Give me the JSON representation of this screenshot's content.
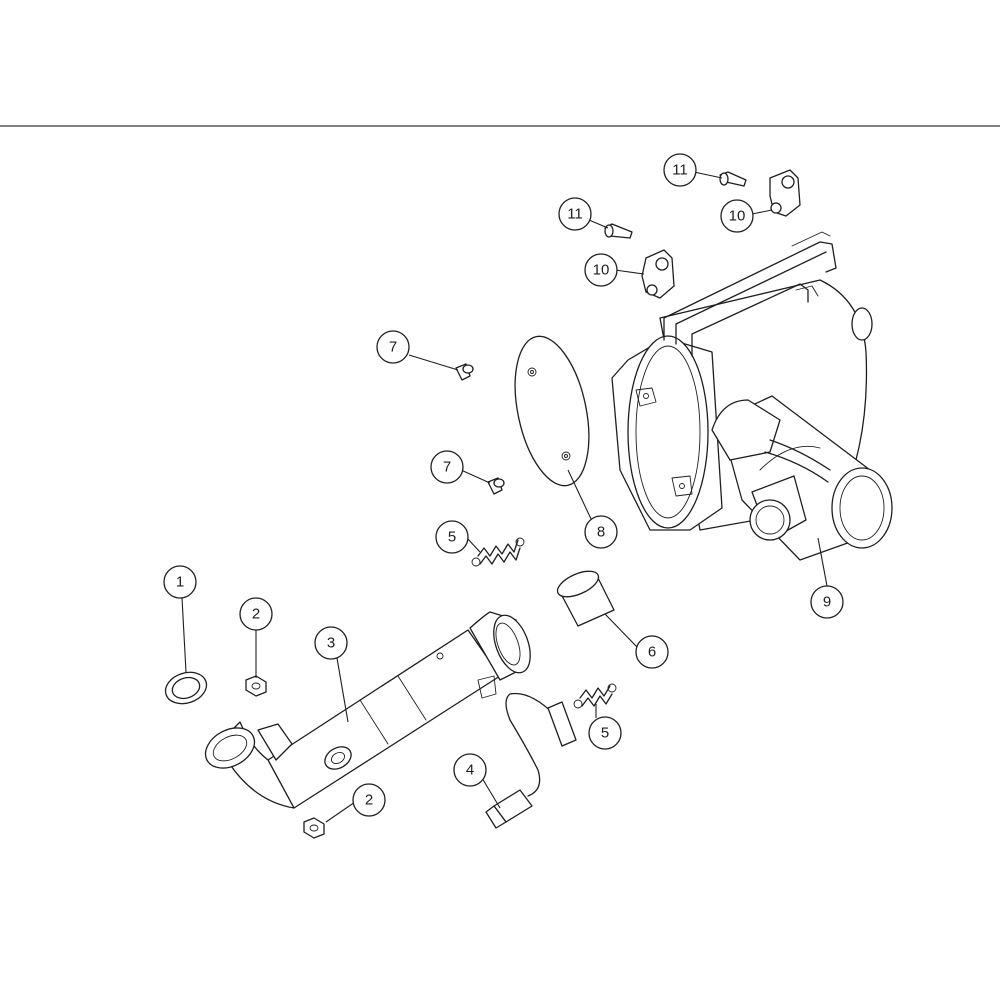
{
  "callouts": {
    "c1": "1",
    "c2a": "2",
    "c2b": "2",
    "c3": "3",
    "c4": "4",
    "c5a": "5",
    "c5b": "5",
    "c6": "6",
    "c7a": "7",
    "c7b": "7",
    "c8": "8",
    "c9": "9",
    "c10a": "10",
    "c10b": "10",
    "c11a": "11",
    "c11b": "11"
  }
}
